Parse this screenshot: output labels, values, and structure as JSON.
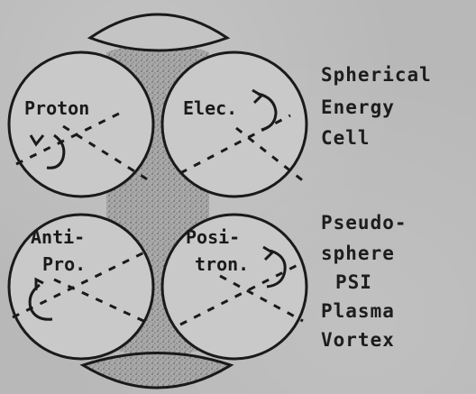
{
  "circles": {
    "proton": {
      "label": "Proton"
    },
    "electron": {
      "label": "Elec."
    },
    "antiproton": {
      "line1": "Anti-",
      "line2": "Pro."
    },
    "positron": {
      "line1": "Posi-",
      "line2": "tron."
    }
  },
  "captions": {
    "spherical": {
      "line1": "Spherical",
      "line2": "Energy",
      "line3": "Cell"
    },
    "pseudosphere": {
      "line1": "Pseudo-",
      "line2": "sphere",
      "line3": "PSI",
      "line4": "Plasma",
      "line5": "Vortex"
    }
  },
  "colors": {
    "background": "#b8b8b8",
    "circle_fill": "#c7c7c7",
    "ink": "#1a1a1a",
    "stipple": "#8c8c8c"
  }
}
